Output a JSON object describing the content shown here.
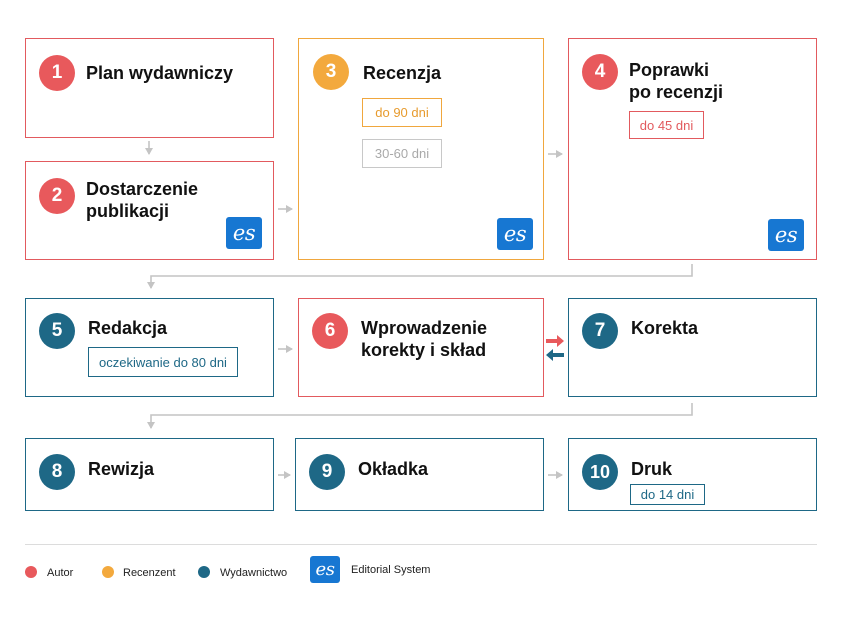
{
  "colors": {
    "autor": "#e8595c",
    "recenzent": "#f3a93d",
    "wydawnictwo": "#1e6886",
    "editorial_system": "#1777d2",
    "arrow": "#c4c4c4"
  },
  "steps": [
    {
      "number": "1",
      "title": "Plan wydawniczy",
      "role": "autor"
    },
    {
      "number": "2",
      "title": "Dostarczenie\npublikacji",
      "role": "autor",
      "logo": "es"
    },
    {
      "number": "3",
      "title": "Recenzja",
      "role": "recenzent",
      "tags": [
        "do 90 dni",
        "30-60 dni"
      ],
      "logo": "es"
    },
    {
      "number": "4",
      "title": "Poprawki\npo recenzji",
      "role": "autor",
      "tags": [
        "do 45 dni"
      ],
      "logo": "es"
    },
    {
      "number": "5",
      "title": "Redakcja",
      "role": "wydawnictwo",
      "tags": [
        "oczekiwanie do 80 dni"
      ]
    },
    {
      "number": "6",
      "title": "Wprowadzenie\nkorekty i skład",
      "role": "autor"
    },
    {
      "number": "7",
      "title": "Korekta",
      "role": "wydawnictwo"
    },
    {
      "number": "8",
      "title": "Rewizja",
      "role": "wydawnictwo"
    },
    {
      "number": "9",
      "title": "Okładka",
      "role": "wydawnictwo"
    },
    {
      "number": "10",
      "title": "Druk",
      "role": "wydawnictwo",
      "tags": [
        "do 14 dni"
      ]
    }
  ],
  "logo_text": "es",
  "legend": {
    "autor": "Autor",
    "recenzent": "Recenzent",
    "wydawnictwo": "Wydawnictwo",
    "editorial_system": "Editorial System"
  }
}
